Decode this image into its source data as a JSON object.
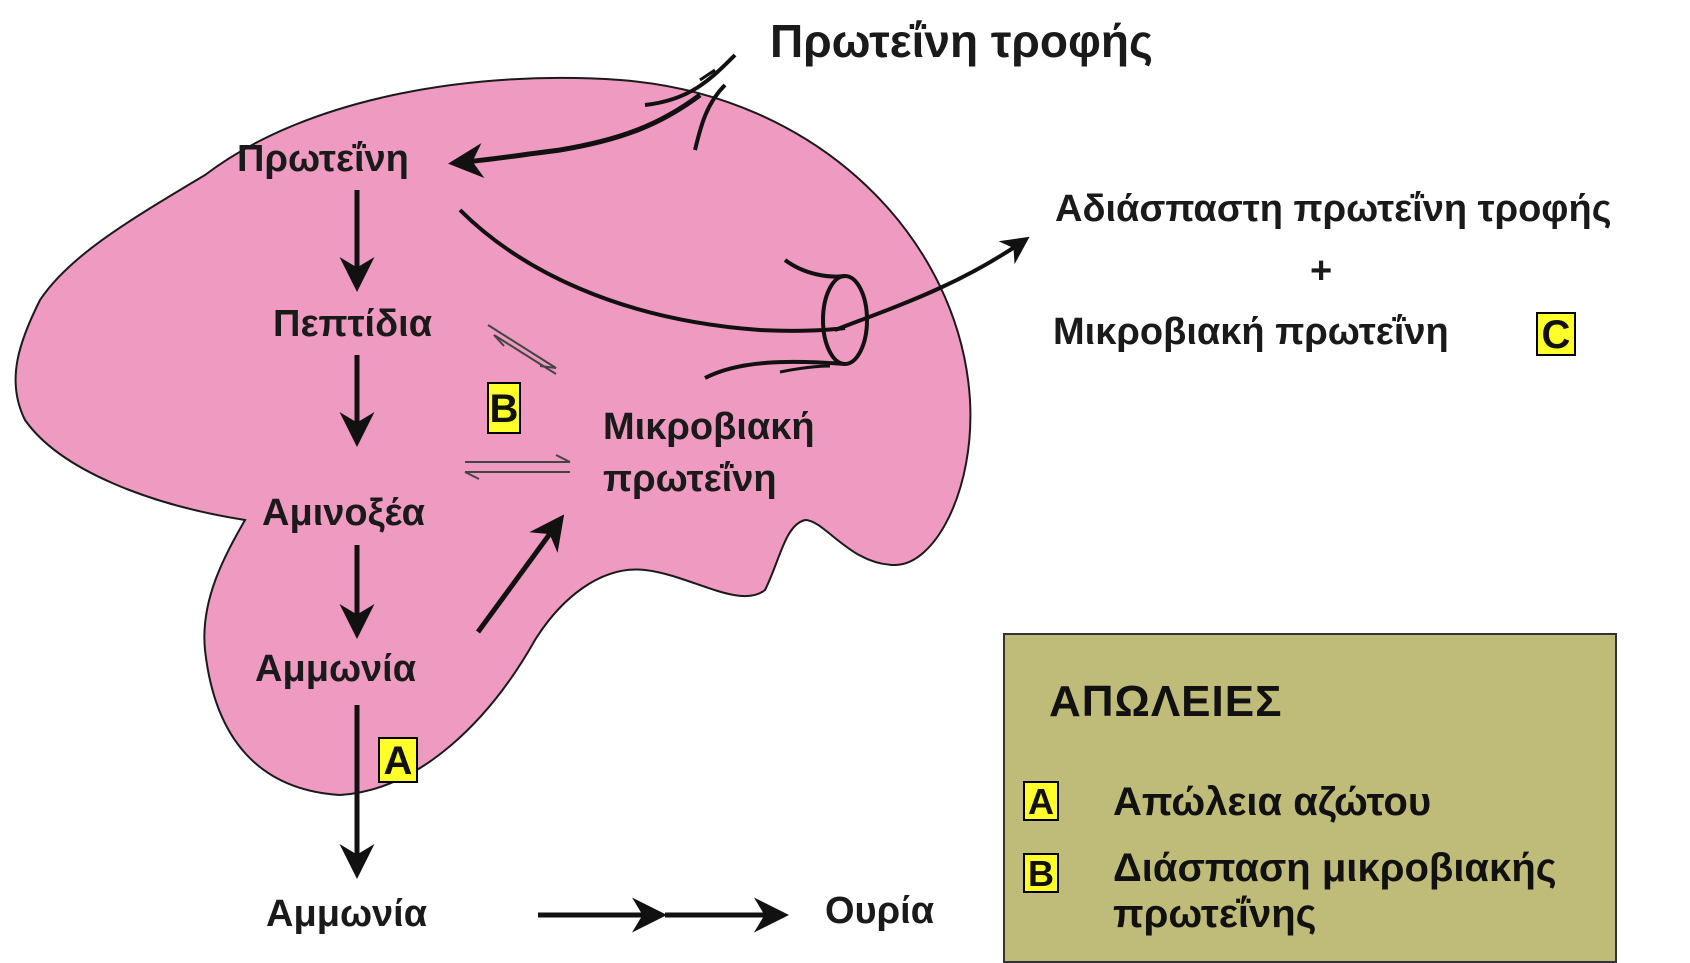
{
  "labels": {
    "food_protein": "Πρωτεΐνη τροφής",
    "protein": "Πρωτεΐνη",
    "peptides": "Πεπτίδια",
    "amino_acids": "Αμινοξέα",
    "ammonia_inside": "Αμμωνία",
    "microbial_protein_line1": "Μικροβιακή",
    "microbial_protein_line2": "πρωτεΐνη",
    "undegraded_food_protein": "Αδιάσπαστη πρωτεΐνη τροφής",
    "plus": "+",
    "microbial_protein_out": "Μικροβιακή πρωτεΐνη",
    "ammonia_outside": "Αμμωνία",
    "urea": "Ουρία"
  },
  "badges": {
    "a": "A",
    "b": "B",
    "c": "C"
  },
  "legend": {
    "title": "ΑΠΩΛΕΙΕΣ",
    "items": [
      {
        "badge": "A",
        "text": "Απώλεια αζώτου"
      },
      {
        "badge": "B",
        "text_line1": "Διάσπαση μικροβιακής",
        "text_line2": "πρωτεΐνης"
      }
    ]
  },
  "colors": {
    "rumen_fill": "#ef9ac0",
    "badge_fill": "#ffff2a",
    "legend_fill": "#bfbb78",
    "arrow": "#111111"
  }
}
